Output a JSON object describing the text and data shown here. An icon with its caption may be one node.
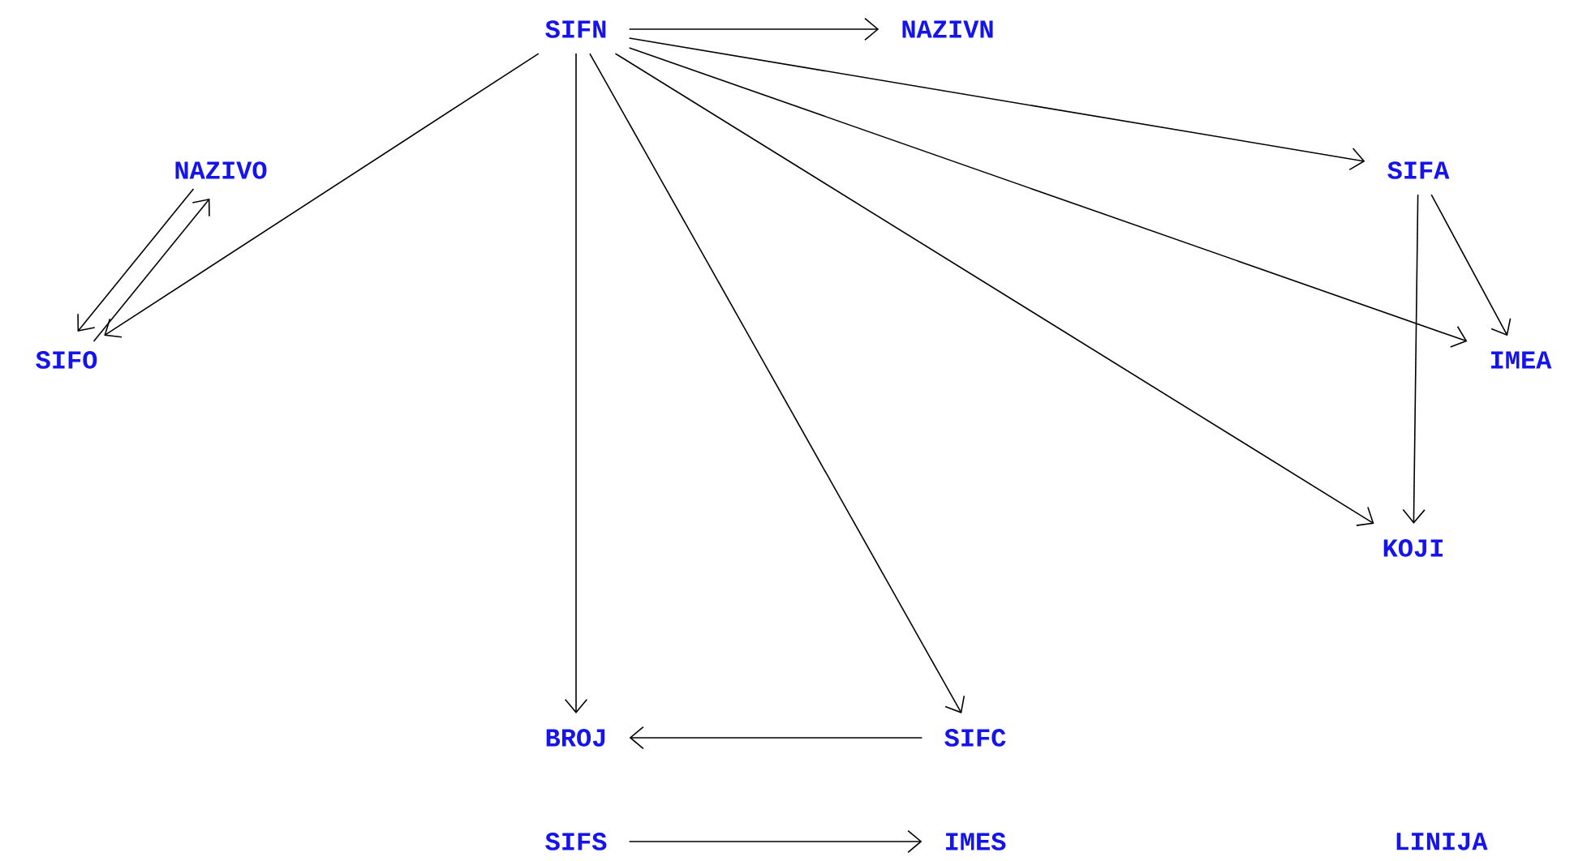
{
  "diagram": {
    "nodes": [
      {
        "text": [
          "SIFN"
        ]
      },
      {
        "text": [
          "NAZIVN"
        ]
      },
      {
        "text": [
          "NAZIVO"
        ]
      },
      {
        "text": [
          "SIFA"
        ]
      },
      {
        "text": [
          "SIFO"
        ]
      },
      {
        "text": [
          "IMEA"
        ]
      },
      {
        "text": [
          "KOJI"
        ]
      },
      {
        "text": [
          "BROJ"
        ]
      },
      {
        "text": [
          "SIFC"
        ]
      },
      {
        "text": [
          "SIFS"
        ]
      },
      {
        "text": [
          "IMES"
        ]
      },
      {
        "text": [
          "LINIJA"
        ]
      }
    ],
    "edges": [
      {
        "from": 0,
        "to": 1,
        "arrow": "to"
      },
      {
        "from": 0,
        "to": 4,
        "arrow": "to"
      },
      {
        "from": 0,
        "to": 3,
        "arrow": "to"
      },
      {
        "from": 0,
        "to": 5,
        "arrow": "to"
      },
      {
        "from": 0,
        "to": 6,
        "arrow": "to"
      },
      {
        "from": 0,
        "to": 7,
        "arrow": "to"
      },
      {
        "from": 0,
        "to": 8,
        "arrow": "to"
      },
      {
        "from": 2,
        "to": 4,
        "arrow": "to"
      },
      {
        "from": 4,
        "to": 2,
        "arrow": "to"
      },
      {
        "from": 3,
        "to": 5,
        "arrow": "to"
      },
      {
        "from": 3,
        "to": 6,
        "arrow": "to"
      },
      {
        "from": 8,
        "to": 7,
        "arrow": "to"
      },
      {
        "from": 9,
        "to": 10,
        "arrow": "to"
      }
    ]
  }
}
